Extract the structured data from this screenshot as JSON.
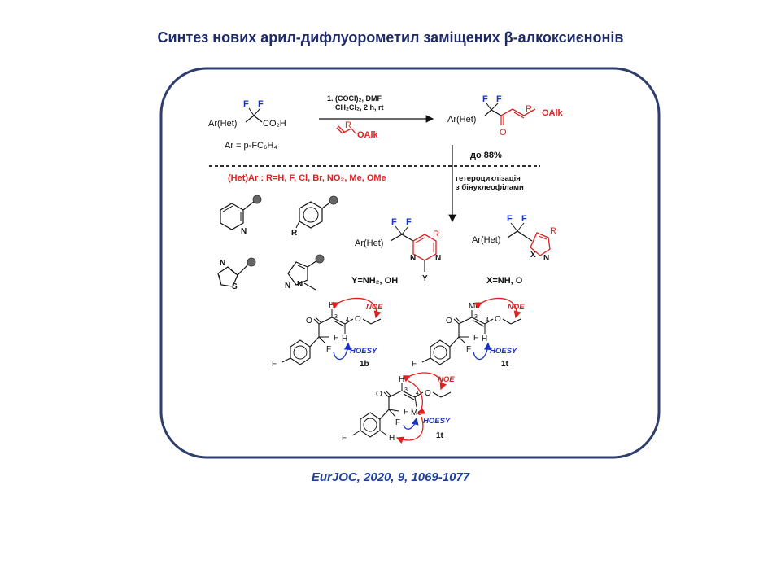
{
  "slide": {
    "title": "Синтез нових арил-дифлуорометил  заміщених β-алкоксиєнонів",
    "citation": "EurJOC, 2020, 9, 1069-1077"
  },
  "scheme": {
    "colors": {
      "frame": "#2e3f6e",
      "red": "#e02020",
      "blue": "#1a33c7",
      "black": "#111111"
    },
    "start_acid": {
      "F1": "F",
      "F2": "F",
      "arhet": "Ar(Het)",
      "co2h": "CO₂H"
    },
    "ar_definition": "Ar = p-FC₆H₄",
    "reagents": {
      "line1": "1. (COCl)₂, DMF",
      "line2": "CH₂Cl₂, 2 h, rt",
      "vinyl_ether_R": "R",
      "vinyl_ether_OAlk": "OAlk"
    },
    "product": {
      "F1": "F",
      "F2": "F",
      "arhet": "Ar(Het)",
      "R": "R",
      "OAlk": "OAlk",
      "O": "O"
    },
    "yield": "до 88%",
    "heterocyclization": {
      "line1": "гетероциклізація",
      "line2": "з бінуклеофілами"
    },
    "arhet_scope": "(Het)Ar : R=H, F, Cl, Br, NO₂, Me, OMe",
    "substituents": {
      "pyridyl_N": "N",
      "aryl_R": "R",
      "thiazole_N": "N",
      "thiazole_S": "S",
      "pyrazole_N1": "N",
      "pyrazole_N2": "N"
    },
    "pyrimidine": {
      "F1": "F",
      "F2": "F",
      "arhet": "Ar(Het)",
      "R": "R",
      "N1": "N",
      "N2": "N",
      "Y": "Y",
      "caption": "Y=NH₂, OH"
    },
    "azole": {
      "F1": "F",
      "F2": "F",
      "arhet": "Ar(Het)",
      "R": "R",
      "X": "X",
      "N": "N",
      "caption": "X=NH, O"
    },
    "noe_structures": [
      {
        "id": "1b",
        "sub": "H",
        "noe": "NOE",
        "hoesy": "HOESY",
        "O1": "O",
        "O2": "O",
        "F_ring": "F",
        "F1": "F",
        "F2": "F",
        "H_vinyl": "H",
        "c3": "3",
        "c4": "4"
      },
      {
        "id": "1t",
        "sub": "Me",
        "noe": "NOE",
        "hoesy": "HOESY",
        "O1": "O",
        "O2": "O",
        "F_ring": "F",
        "F1": "F",
        "F2": "F",
        "H_vinyl": "H",
        "c3": "3",
        "c4": "4"
      },
      {
        "id": "1t",
        "sub": "H",
        "noe": "NOE",
        "hoesy": "HOESY",
        "O1": "O",
        "O2": "O",
        "F_ring": "F",
        "F1": "F",
        "F2": "F",
        "Me": "Me",
        "H_ar": "H",
        "c3": "3",
        "c4": "4"
      }
    ]
  }
}
